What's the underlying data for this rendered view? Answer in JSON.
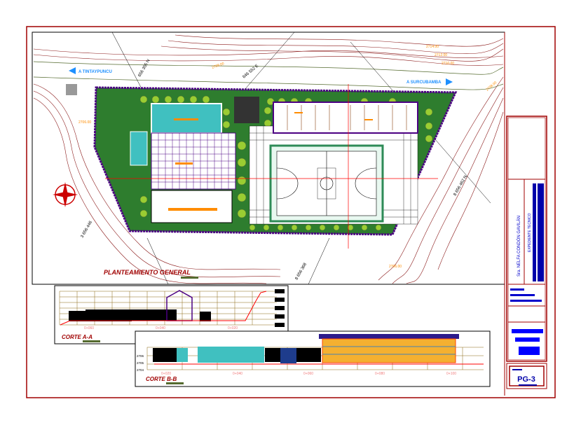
{
  "plan": {
    "title": "PLANTEAMIENTO GENERAL",
    "direction_left": "A TINTAYPUNCU",
    "direction_right": "A SURCUBAMBA",
    "coords": [
      "656 355 N",
      "646 552 E",
      "8 656 462 N",
      "3 656 446",
      "8 656 368"
    ],
    "contours": [
      "2714.00",
      "2712.00",
      "2710.00",
      "2708.00",
      "2706.00",
      "2708.00",
      "2706.00"
    ]
  },
  "section_a": {
    "title": "CORTE A-A",
    "chainages": [
      "0+060",
      "0+040",
      "0+020"
    ]
  },
  "section_b": {
    "title": "CORTE B-B",
    "chainages": [
      "0+020",
      "0+040",
      "0+060",
      "0+080",
      "0+100"
    ],
    "levels": [
      "2706",
      "2705",
      "2704"
    ]
  },
  "title_block": {
    "owner": "Sra. NELFA CONDÓN GAVILÁN",
    "document": "EXPEDIENTE TECNICO",
    "sheet": "PG-3"
  },
  "colors": {
    "frame": "#a00000",
    "green": "#2e7d2e",
    "blue": "#0000cc",
    "orange": "#ff8c00"
  }
}
